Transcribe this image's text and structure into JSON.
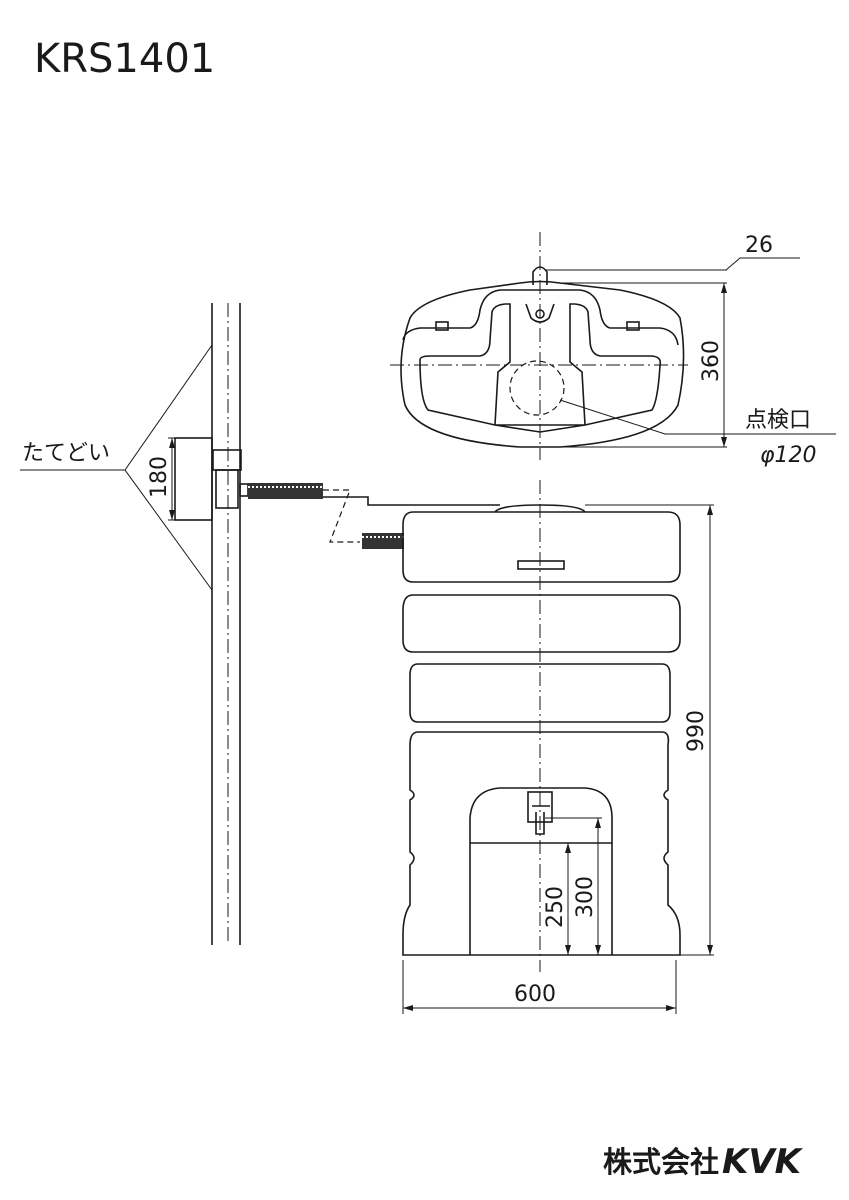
{
  "title": "KRS1401",
  "top_view": {
    "dim_eyebolt": "26",
    "dim_depth": "360",
    "inspection_port_label": "点検口",
    "inspection_port_size": "φ120"
  },
  "downpipe": {
    "label": "たてどい",
    "dim_bracket": "180"
  },
  "tank": {
    "dim_height": "990",
    "dim_tap_250": "250",
    "dim_tap_300": "300",
    "dim_width": "600"
  },
  "logo": {
    "company": "株式会社",
    "brand": "KVK"
  }
}
